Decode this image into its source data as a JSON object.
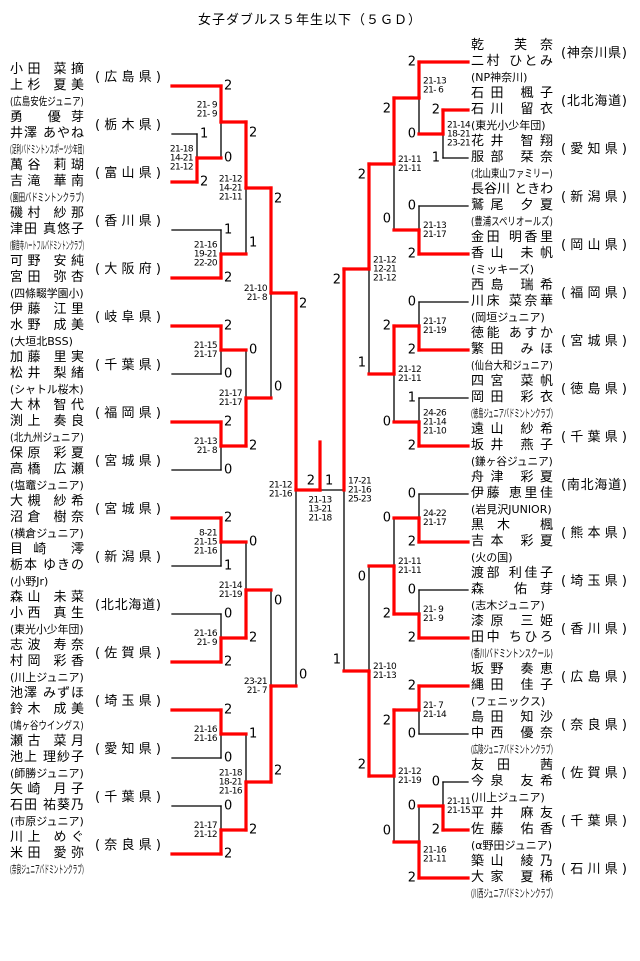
{
  "title": "女子ダブルス５年生以下（５ＧＤ）",
  "colors": {
    "winner_line": "#ff0000",
    "line": "#000000"
  },
  "left_entries": [
    {
      "p1": "小田 菜摘",
      "p2": "上杉 夏美",
      "team": "(広島安佐ジュニア)",
      "pref": "(広島県)"
    },
    {
      "p1": "勇 優芽",
      "p2": "井澤 あやね",
      "team": "(足利バドミントンスポーツ少年団)",
      "pref": "(栃木県)"
    },
    {
      "p1": "萬谷 莉瑚",
      "p2": "吉滝 華南",
      "team": "(園田バドミントンクラブ)",
      "pref": "(富山県)"
    },
    {
      "p1": "磯村 紗那",
      "p2": "津田 真悠子",
      "team": "(観音寺ハートフルバドミントンクラブ)",
      "pref": "(香川県)"
    },
    {
      "p1": "可野 安純",
      "p2": "宮田 弥杏",
      "team": "(四條畷学園小)",
      "pref": "(大阪府)"
    },
    {
      "p1": "伊藤 江里",
      "p2": "水野 成美",
      "team": "(大垣北BSS)",
      "pref": "(岐阜県)"
    },
    {
      "p1": "加藤 里実",
      "p2": "松井 梨緒",
      "team": "(シャトル桜木)",
      "pref": "(千葉県)"
    },
    {
      "p1": "大林 智代",
      "p2": "渕上 奏良",
      "team": "(北九州ジュニア)",
      "pref": "(福岡県)"
    },
    {
      "p1": "保原 彩夏",
      "p2": "高橋 広瀬",
      "team": "(塩竈ジュニア)",
      "pref": "(宮城県)"
    },
    {
      "p1": "大槻 紗希",
      "p2": "沼倉 樹奈",
      "team": "(横倉ジュニア)",
      "pref": "(宮城県)"
    },
    {
      "p1": "目崎 澪",
      "p2": "栃本 ゆきの",
      "team": "(小野Jr)",
      "pref": "(新潟県)"
    },
    {
      "p1": "森山 未菜",
      "p2": "小西 真生",
      "team": "(東光小少年団)",
      "pref": "(北北海道)"
    },
    {
      "p1": "志波 寿奈",
      "p2": "村岡 彩香",
      "team": "(川上ジュニア)",
      "pref": "(佐賀県)"
    },
    {
      "p1": "池澤 みずほ",
      "p2": "鈴木 成美",
      "team": "(鳩ヶ谷ウイングス)",
      "pref": "(埼玉県)"
    },
    {
      "p1": "瀬古 菜月",
      "p2": "池上 理紗子",
      "team": "(師勝ジュニア)",
      "pref": "(愛知県)"
    },
    {
      "p1": "矢崎 月子",
      "p2": "石田 祐葵乃",
      "team": "(市原ジュニア)",
      "pref": "(千葉県)"
    },
    {
      "p1": "川上 めぐ",
      "p2": "米田 愛弥",
      "team": "(奈良ジュニアバドミントンクラブ)",
      "pref": "(奈良県)"
    }
  ],
  "right_entries": [
    {
      "p1": "乾 芙奈",
      "p2": "二村 ひとみ",
      "team": "(NP神奈川)",
      "pref": "(神奈川県)"
    },
    {
      "p1": "石田 楓子",
      "p2": "石川 留衣",
      "team": "(東光小少年団)",
      "pref": "(北北海道)"
    },
    {
      "p1": "花井 智翔",
      "p2": "服部 栞奈",
      "team": "(北山東山ファミリー)",
      "pref": "(愛知県)"
    },
    {
      "p1": "長谷川 ときわ",
      "p2": "鷲尾 夕夏",
      "team": "(豊浦スペリオールズ)",
      "pref": "(新潟県)"
    },
    {
      "p1": "金田 明香里",
      "p2": "香山 未帆",
      "team": "(ミッキーズ)",
      "pref": "(岡山県)"
    },
    {
      "p1": "西島 瑞希",
      "p2": "川床 菜奈華",
      "team": "(岡垣ジュニア)",
      "pref": "(福岡県)"
    },
    {
      "p1": "徳能 あすか",
      "p2": "繁田 みほ",
      "team": "(仙台大和ジュニア)",
      "pref": "(宮城県)"
    },
    {
      "p1": "四宮 菜帆",
      "p2": "岡田 彩衣",
      "team": "(徳島ジュニアバドミントンクラブ)",
      "pref": "(徳島県)"
    },
    {
      "p1": "遠山 紗希",
      "p2": "坂井 燕子",
      "team": "(鎌ヶ谷ジュニア)",
      "pref": "(千葉県)"
    },
    {
      "p1": "舟津 彩夏",
      "p2": "伊藤 恵里佳",
      "team": "(岩見沢JUNIOR)",
      "pref": "(南北海道)"
    },
    {
      "p1": "黒木 楓",
      "p2": "吉本 彩夏",
      "team": "(火の国)",
      "pref": "(熊本県)"
    },
    {
      "p1": "渡部 利佳子",
      "p2": "森 佑芽",
      "team": "(志木ジュニア)",
      "pref": "(埼玉県)"
    },
    {
      "p1": "漆原 三姫",
      "p2": "田中 ちひろ",
      "team": "(香川バドミントンスクール)",
      "pref": "(香川県)"
    },
    {
      "p1": "坂野 奏恵",
      "p2": "縄田 佳子",
      "team": "(フェニックス)",
      "pref": "(広島県)"
    },
    {
      "p1": "島田 知沙",
      "p2": "中西 優奈",
      "team": "(広陵ジュニアバドミントンクラブ)",
      "pref": "(奈良県)"
    },
    {
      "p1": "友田 茜",
      "p2": "今泉 友希",
      "team": "(川上ジュニア)",
      "pref": "(佐賀県)"
    },
    {
      "p1": "平井 麻友",
      "p2": "佐藤 佑香",
      "team": "(α野田ジュニア)",
      "pref": "(千葉県)"
    },
    {
      "p1": "築山 綾乃",
      "p2": "大家 夏稀",
      "team": "(川西ジュニアバドミントンクラブ)",
      "pref": "(石川県)"
    }
  ],
  "left_matches": [
    {
      "games": [
        "21-18",
        "14-21",
        "21-12"
      ],
      "scores": [
        "1",
        "2"
      ]
    },
    {
      "games": [
        "21- 9",
        "21- 9"
      ],
      "scores": [
        "2",
        "0"
      ]
    },
    {
      "games": [
        "21-16",
        "19-21",
        "22-20"
      ],
      "scores": [
        "1",
        "2"
      ]
    },
    {
      "games": [
        "21-12",
        "14-21",
        "21-11"
      ],
      "scores": [
        "2",
        "1"
      ]
    },
    {
      "games": [
        "21-15",
        "21-17"
      ],
      "scores": [
        "2",
        "0"
      ]
    },
    {
      "games": [
        "21-13",
        "21- 8"
      ],
      "scores": [
        "2",
        "0"
      ]
    },
    {
      "games": [
        "21-17",
        "21-17"
      ],
      "scores": [
        "0",
        "2"
      ]
    },
    {
      "games": [
        "21-10",
        "21- 8"
      ],
      "scores": [
        "2",
        "0"
      ]
    },
    {
      "games": [
        "8-21",
        "21-15",
        "21-16"
      ],
      "scores": [
        "2",
        "1"
      ]
    },
    {
      "games": [
        "21-16",
        "21- 9"
      ],
      "scores": [
        "0",
        "2"
      ]
    },
    {
      "games": [
        "21-14",
        "21-19"
      ],
      "scores": [
        "0",
        "2"
      ]
    },
    {
      "games": [
        "21-16",
        "21-16"
      ],
      "scores": [
        "2",
        "0"
      ]
    },
    {
      "games": [
        "21-17",
        "21-12"
      ],
      "scores": [
        "0",
        "2"
      ]
    },
    {
      "games": [
        "21-18",
        "18-21",
        "21-16"
      ],
      "scores": [
        "1",
        "2"
      ]
    },
    {
      "games": [
        "23-21",
        "21- 7"
      ],
      "scores": [
        "0",
        "2"
      ]
    },
    {
      "games": [
        "21-12",
        "21-16"
      ],
      "scores": [
        "2",
        "0"
      ]
    }
  ],
  "right_matches": [
    {
      "games": [
        "21-14",
        "18-21",
        "23-21"
      ],
      "scores": [
        "2",
        "1"
      ]
    },
    {
      "games": [
        "21-13",
        "21- 6"
      ],
      "scores": [
        "2",
        "0"
      ]
    },
    {
      "games": [
        "21-13",
        "21-17"
      ],
      "scores": [
        "0",
        "2"
      ]
    },
    {
      "games": [
        "21-11",
        "21-11"
      ],
      "scores": [
        "2",
        "0"
      ]
    },
    {
      "games": [
        "21-17",
        "21-19"
      ],
      "scores": [
        "0",
        "2"
      ]
    },
    {
      "games": [
        "24-26",
        "21-14",
        "21-10"
      ],
      "scores": [
        "1",
        "2"
      ]
    },
    {
      "games": [
        "21-12",
        "21-11"
      ],
      "scores": [
        "2",
        "0"
      ]
    },
    {
      "games": [
        "21-12",
        "12-21",
        "21-12"
      ],
      "scores": [
        "2",
        "1"
      ]
    },
    {
      "games": [
        "24-22",
        "21-17"
      ],
      "scores": [
        "0",
        "2"
      ]
    },
    {
      "games": [
        "21- 9",
        "21- 9"
      ],
      "scores": [
        "0",
        "2"
      ]
    },
    {
      "games": [
        "21-11",
        "21-11"
      ],
      "scores": [
        "0",
        "2"
      ]
    },
    {
      "games": [
        "21- 7",
        "21-14"
      ],
      "scores": [
        "2",
        "0"
      ]
    },
    {
      "games": [
        "21-11",
        "21-15"
      ],
      "scores": [
        "0",
        "2"
      ]
    },
    {
      "games": [
        "21-16",
        "21-11"
      ],
      "scores": [
        "0",
        "2"
      ]
    },
    {
      "games": [
        "21-12",
        "21-19"
      ],
      "scores": [
        "2",
        "0"
      ]
    },
    {
      "games": [
        "21-10",
        "21-13"
      ],
      "scores": [
        "0",
        "2"
      ]
    },
    {
      "games": [
        "17-21",
        "21-16",
        "25-23"
      ],
      "scores": [
        "2",
        "1"
      ]
    }
  ],
  "final": {
    "games": [
      "21-13",
      "13-21",
      "21-18"
    ],
    "scores": [
      "2",
      "1"
    ]
  }
}
